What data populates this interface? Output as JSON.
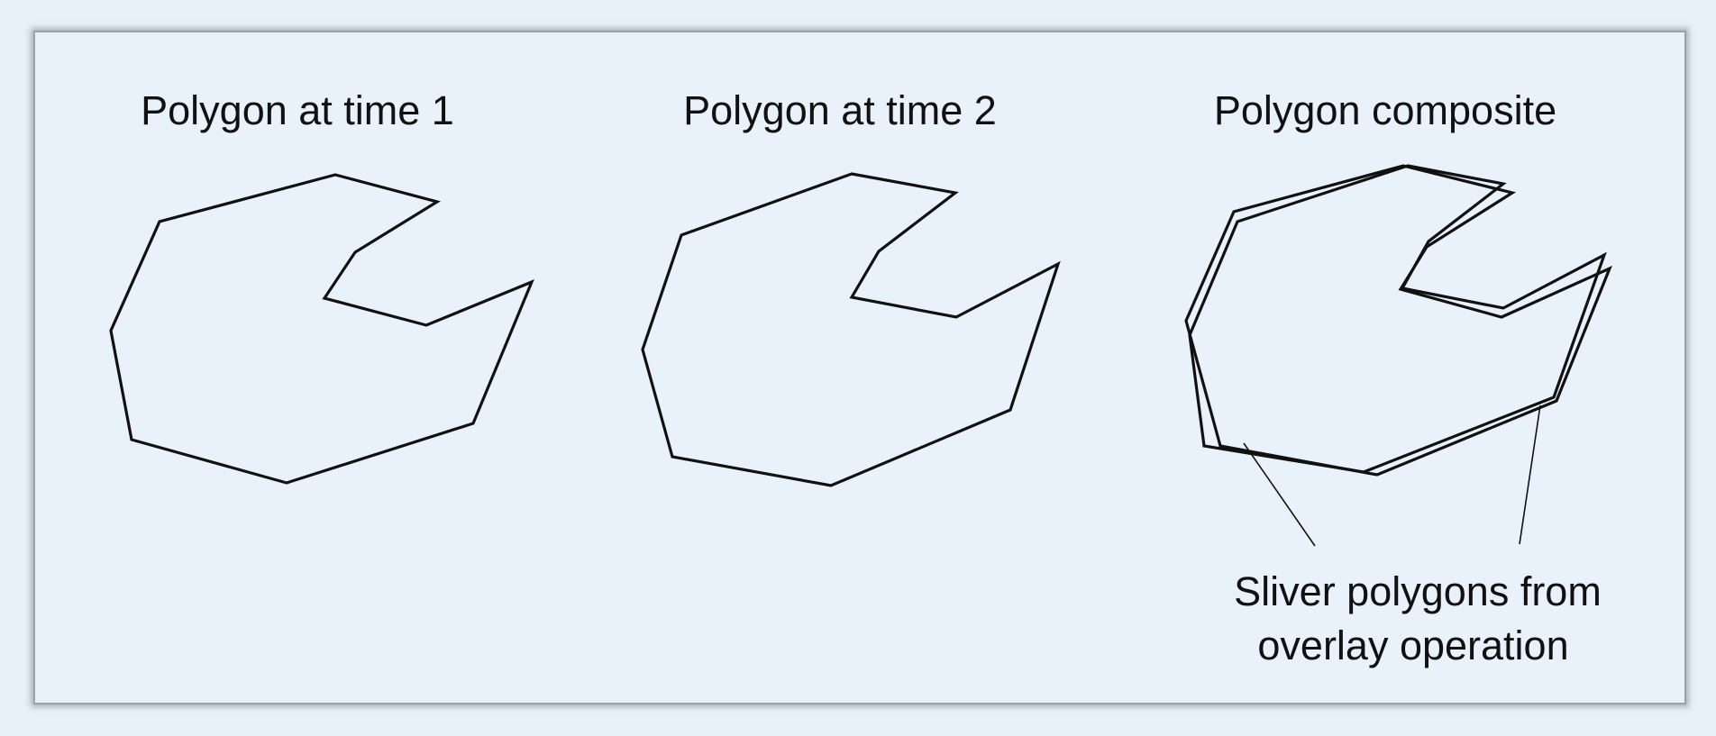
{
  "panels": [
    {
      "title": "Polygon at time 1"
    },
    {
      "title": "Polygon at time 2"
    },
    {
      "title": "Polygon composite"
    }
  ],
  "annotation": {
    "line1": "Sliver polygons from",
    "line2": "overlay operation"
  },
  "colors": {
    "background": "#e9f1fa",
    "stroke": "#111111",
    "frame_border": "#9aa3ad"
  }
}
